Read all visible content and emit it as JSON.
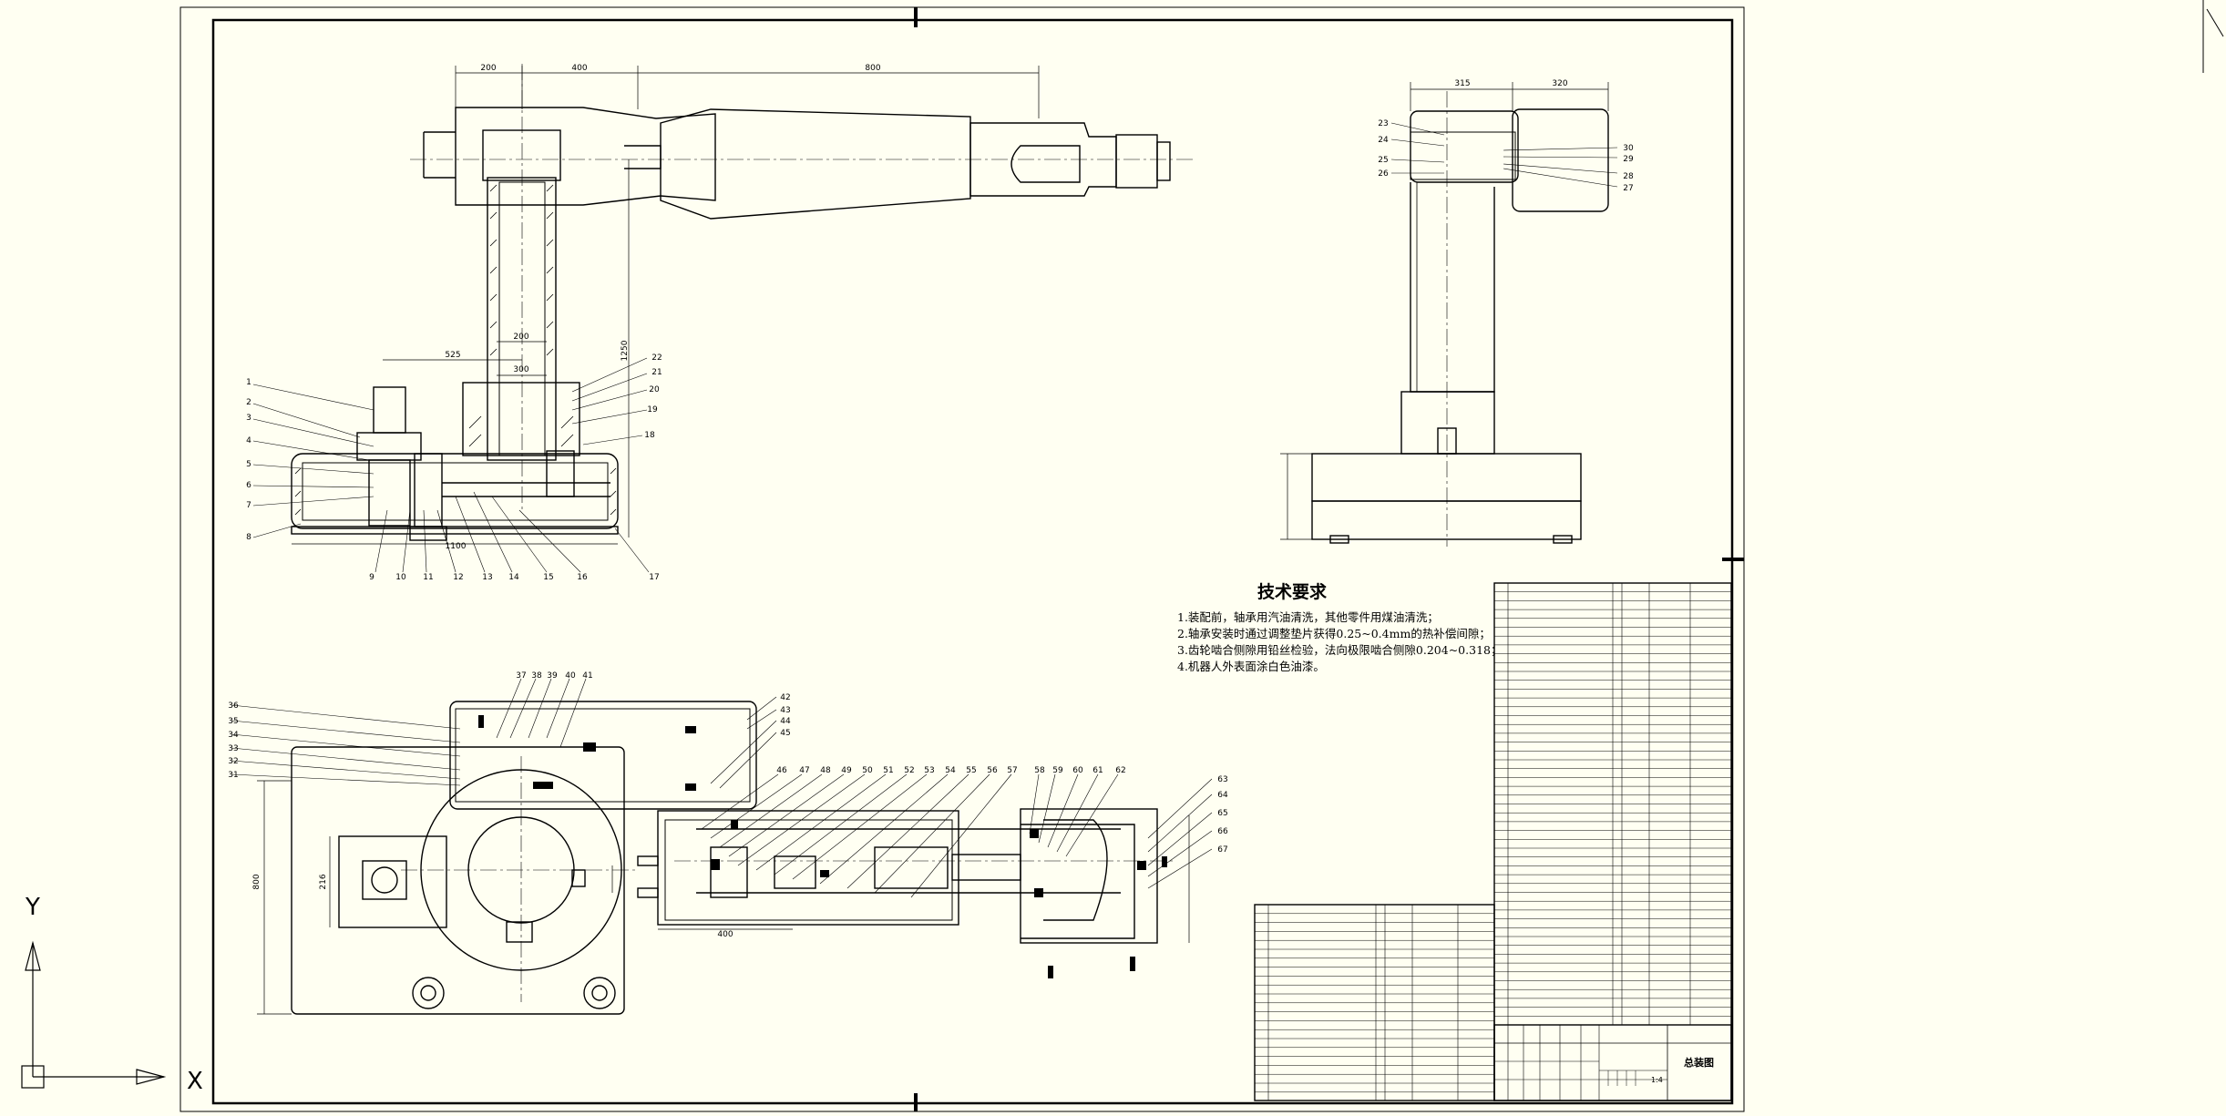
{
  "drawing": {
    "tech_requirements_title": "技术要求",
    "tech_requirements": [
      "1.装配前，轴承用汽油清洗，其他零件用煤油清洗；",
      "2.轴承安装时通过调整垫片获得0.25~0.4mm的热补偿间隙；",
      "3.齿轮啮合侧隙用铅丝检验，法向极限啮合侧隙0.204~0.318；",
      "4.机器人外表面涂白色油漆。"
    ],
    "title_block": {
      "drawing_title": "总装图",
      "scale": "1:4"
    },
    "front_view_dimensions": [
      "200",
      "400",
      "800",
      "525",
      "200",
      "300",
      "1250",
      "1100"
    ],
    "side_view_dimensions": [
      "315",
      "320"
    ],
    "plan_view_dimensions": [
      "800",
      "216",
      "400"
    ],
    "front_left_callouts": [
      "1",
      "2",
      "3",
      "4",
      "5",
      "6",
      "7",
      "8"
    ],
    "front_bottom_callouts": [
      "9",
      "10",
      "11",
      "12",
      "13",
      "14",
      "15",
      "16",
      "17"
    ],
    "front_right_callouts": [
      "22",
      "21",
      "20",
      "19",
      "18"
    ],
    "side_left_callouts": [
      "23",
      "24",
      "25",
      "26"
    ],
    "side_right_callouts": [
      "30",
      "29",
      "28",
      "27"
    ],
    "plan_left_callouts": [
      "36",
      "35",
      "34",
      "33",
      "32",
      "31"
    ],
    "plan_top_callouts": [
      "37",
      "38",
      "39",
      "40",
      "41"
    ],
    "plan_right_callouts": [
      "42",
      "43",
      "44",
      "45"
    ],
    "plan_mid_callouts": [
      "46",
      "47",
      "48",
      "49",
      "50",
      "51",
      "52",
      "53",
      "54",
      "55",
      "56",
      "57",
      "58",
      "59",
      "60",
      "61",
      "62"
    ],
    "plan_far_right_callouts": [
      "63",
      "64",
      "65",
      "66",
      "67"
    ],
    "axis_labels": {
      "y": "Y",
      "x": "X"
    }
  }
}
